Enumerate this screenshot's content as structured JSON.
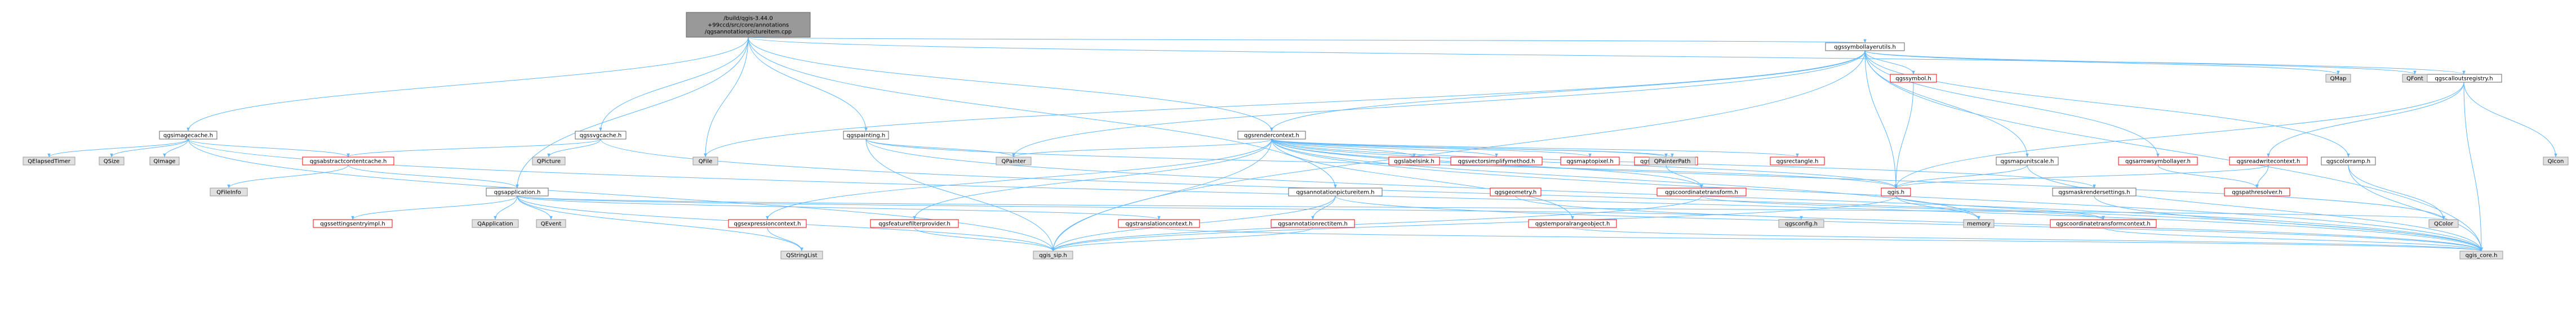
{
  "colors": {
    "root_fill": "#999999",
    "normal_fill": "#ffffff",
    "normal_stroke": "#666666",
    "leaf_fill": "#e0e0e0",
    "leaf_stroke": "#999999",
    "truncated_stroke": "#ff0000",
    "edge": "#63b8ff",
    "edge_stroke": "#4aa0e0"
  },
  "nodes": [
    {
      "id": "root",
      "lines": [
        "/build/qgis-3.44.0",
        "+99ccd/src/core/annotations",
        "/qgsannotationpictureitem.cpp"
      ],
      "kind": "root"
    },
    {
      "id": "qgssymbollayerutils_h",
      "lines": [
        "qgssymbollayerutils.h"
      ],
      "kind": "normal"
    },
    {
      "id": "qgscalloutsregistry_h",
      "lines": [
        "qgscalloutsregistry.h"
      ],
      "kind": "normal"
    },
    {
      "id": "qgsimagecache_h",
      "lines": [
        "qgsimagecache.h"
      ],
      "kind": "normal"
    },
    {
      "id": "qgssvgcache_h",
      "lines": [
        "qgssvgcache.h"
      ],
      "kind": "normal"
    },
    {
      "id": "qgspainting_h",
      "lines": [
        "qgspainting.h"
      ],
      "kind": "normal"
    },
    {
      "id": "qgsrendercontext_h",
      "lines": [
        "qgsrendercontext.h"
      ],
      "kind": "normal"
    },
    {
      "id": "qgssymbol_h",
      "lines": [
        "qgssymbol.h"
      ],
      "kind": "truncated"
    },
    {
      "id": "qgsreadwritecontext_h",
      "lines": [
        "qgsreadwritecontext.h"
      ],
      "kind": "truncated"
    },
    {
      "id": "qgsarrowsymbollayer_h",
      "lines": [
        "qgsarrowsymbollayer.h"
      ],
      "kind": "truncated"
    },
    {
      "id": "qgscolorramp_h",
      "lines": [
        "qgscolorramp.h"
      ],
      "kind": "normal"
    },
    {
      "id": "qgsabstractcontentcache_h",
      "lines": [
        "qgsabstractcontentcache.h"
      ],
      "kind": "truncated"
    },
    {
      "id": "qgsapplication_h",
      "lines": [
        "qgsapplication.h"
      ],
      "kind": "normal"
    },
    {
      "id": "qgsannotationpictureitem_h",
      "lines": [
        "qgsannotationpictureitem.h"
      ],
      "kind": "normal"
    },
    {
      "id": "qgsmapunitscale_h",
      "lines": [
        "qgsmapunitscale.h"
      ],
      "kind": "normal"
    },
    {
      "id": "qgslabelsink_h",
      "lines": [
        "qgslabelsink.h"
      ],
      "kind": "truncated"
    },
    {
      "id": "qgsvectorsimplifymethod_h",
      "lines": [
        "qgsvectorsimplifymethod.h"
      ],
      "kind": "truncated"
    },
    {
      "id": "qgsmaptopixel_h",
      "lines": [
        "qgsmaptopixel.h"
      ],
      "kind": "truncated"
    },
    {
      "id": "qgsdistancearea_h",
      "lines": [
        "qgsdistancearea.h"
      ],
      "kind": "truncated"
    },
    {
      "id": "qgsrectangle_h",
      "lines": [
        "qgsrectangle.h"
      ],
      "kind": "truncated"
    },
    {
      "id": "qgis_h",
      "lines": [
        "qgis.h"
      ],
      "kind": "truncated"
    },
    {
      "id": "qgsmaskrendersettings_h",
      "lines": [
        "qgsmaskrendersettings.h"
      ],
      "kind": "normal"
    },
    {
      "id": "qgspathresolver_h",
      "lines": [
        "qgspathresolver.h"
      ],
      "kind": "truncated"
    },
    {
      "id": "qgscoordinatetransform_h",
      "lines": [
        "qgscoordinatetransform.h"
      ],
      "kind": "truncated"
    },
    {
      "id": "qgsgeometry_h",
      "lines": [
        "qgsgeometry.h"
      ],
      "kind": "truncated"
    },
    {
      "id": "qgssettingsentryimpl_h",
      "lines": [
        "qgssettingsentryimpl.h"
      ],
      "kind": "truncated"
    },
    {
      "id": "qgsexpressioncontext_h",
      "lines": [
        "qgsexpressioncontext.h"
      ],
      "kind": "truncated"
    },
    {
      "id": "qgsfeaturefilterprovider_h",
      "lines": [
        "qgsfeaturefilterprovider.h"
      ],
      "kind": "truncated"
    },
    {
      "id": "qgstranslationcontext_h",
      "lines": [
        "qgstranslationcontext.h"
      ],
      "kind": "truncated"
    },
    {
      "id": "qgsannotationrectitem_h",
      "lines": [
        "qgsannotationrectitem.h"
      ],
      "kind": "truncated"
    },
    {
      "id": "qgstemporalrangeobject_h",
      "lines": [
        "qgstemporalrangeobject.h"
      ],
      "kind": "truncated"
    },
    {
      "id": "qgscoordinatetransformcontext_h",
      "lines": [
        "qgscoordinatetransformcontext.h"
      ],
      "kind": "truncated"
    },
    {
      "id": "QMap",
      "lines": [
        "QMap"
      ],
      "kind": "leaf"
    },
    {
      "id": "QFont",
      "lines": [
        "QFont"
      ],
      "kind": "leaf"
    },
    {
      "id": "QIcon",
      "lines": [
        "QIcon"
      ],
      "kind": "leaf"
    },
    {
      "id": "QElapsedTimer",
      "lines": [
        "QElapsedTimer"
      ],
      "kind": "leaf"
    },
    {
      "id": "QSize",
      "lines": [
        "QSize"
      ],
      "kind": "leaf"
    },
    {
      "id": "QImage",
      "lines": [
        "QImage"
      ],
      "kind": "leaf"
    },
    {
      "id": "QPicture",
      "lines": [
        "QPicture"
      ],
      "kind": "leaf"
    },
    {
      "id": "QPainter",
      "lines": [
        "QPainter"
      ],
      "kind": "leaf"
    },
    {
      "id": "QPainterPath",
      "lines": [
        "QPainterPath"
      ],
      "kind": "leaf"
    },
    {
      "id": "QFile",
      "lines": [
        "QFile"
      ],
      "kind": "leaf"
    },
    {
      "id": "QFileInfo",
      "lines": [
        "QFileInfo"
      ],
      "kind": "leaf"
    },
    {
      "id": "QApplication",
      "lines": [
        "QApplication"
      ],
      "kind": "leaf"
    },
    {
      "id": "QEvent",
      "lines": [
        "QEvent"
      ],
      "kind": "leaf"
    },
    {
      "id": "memory",
      "lines": [
        "memory"
      ],
      "kind": "leaf"
    },
    {
      "id": "qgsconfig_h",
      "lines": [
        "qgsconfig.h"
      ],
      "kind": "leaf"
    },
    {
      "id": "QColor",
      "lines": [
        "QColor"
      ],
      "kind": "leaf"
    },
    {
      "id": "qgis_sip_h",
      "lines": [
        "qgis_sip.h"
      ],
      "kind": "leaf"
    },
    {
      "id": "QStringList",
      "lines": [
        "QStringList"
      ],
      "kind": "leaf"
    },
    {
      "id": "qgis_core_h",
      "lines": [
        "qgis_core.h"
      ],
      "kind": "leaf"
    }
  ],
  "edges": [
    [
      "root",
      "qgssymbollayerutils_h"
    ],
    [
      "root",
      "qgscalloutsregistry_h"
    ],
    [
      "root",
      "qgsimagecache_h"
    ],
    [
      "root",
      "qgssvgcache_h"
    ],
    [
      "root",
      "qgspainting_h"
    ],
    [
      "root",
      "qgsrendercontext_h"
    ],
    [
      "root",
      "qgsapplication_h"
    ],
    [
      "root",
      "qgsannotationpictureitem_h"
    ],
    [
      "root",
      "QFile"
    ],
    [
      "qgssymbollayerutils_h",
      "QMap"
    ],
    [
      "qgssymbollayerutils_h",
      "QFont"
    ],
    [
      "qgssymbollayerutils_h",
      "qgssymbol_h"
    ],
    [
      "qgssymbollayerutils_h",
      "qgsrendercontext_h"
    ],
    [
      "qgssymbollayerutils_h",
      "qgsmapunitscale_h"
    ],
    [
      "qgssymbollayerutils_h",
      "qgsarrowsymbollayer_h"
    ],
    [
      "qgssymbollayerutils_h",
      "qgscolorramp_h"
    ],
    [
      "qgssymbollayerutils_h",
      "qgis_h"
    ],
    [
      "qgssymbollayerutils_h",
      "QPainter"
    ],
    [
      "qgssymbollayerutils_h",
      "QFile"
    ],
    [
      "qgssymbollayerutils_h",
      "qgis_core_h"
    ],
    [
      "qgssymbollayerutils_h",
      "qgis_sip_h"
    ],
    [
      "qgscalloutsregistry_h",
      "QIcon"
    ],
    [
      "qgscalloutsregistry_h",
      "qgsreadwritecontext_h"
    ],
    [
      "qgscalloutsregistry_h",
      "qgis_h"
    ],
    [
      "qgscalloutsregistry_h",
      "qgis_core_h"
    ],
    [
      "qgsimagecache_h",
      "QElapsedTimer"
    ],
    [
      "qgsimagecache_h",
      "QSize"
    ],
    [
      "qgsimagecache_h",
      "QImage"
    ],
    [
      "qgsimagecache_h",
      "qgsabstractcontentcache_h"
    ],
    [
      "qgsimagecache_h",
      "qgis_sip_h"
    ],
    [
      "qgsimagecache_h",
      "qgis_core_h"
    ],
    [
      "qgssvgcache_h",
      "QPicture"
    ],
    [
      "qgssvgcache_h",
      "qgsabstractcontentcache_h"
    ],
    [
      "qgssvgcache_h",
      "qgis_core_h"
    ],
    [
      "qgspainting_h",
      "QPainter"
    ],
    [
      "qgspainting_h",
      "qgis_h"
    ],
    [
      "qgspainting_h",
      "qgis_sip_h"
    ],
    [
      "qgspainting_h",
      "qgis_core_h"
    ],
    [
      "qgsrendercontext_h",
      "QPainter"
    ],
    [
      "qgsrendercontext_h",
      "QPainterPath"
    ],
    [
      "qgsrendercontext_h",
      "qgslabelsink_h"
    ],
    [
      "qgsrendercontext_h",
      "qgsvectorsimplifymethod_h"
    ],
    [
      "qgsrendercontext_h",
      "qgsmaptopixel_h"
    ],
    [
      "qgsrendercontext_h",
      "qgsdistancearea_h"
    ],
    [
      "qgsrendercontext_h",
      "qgsrectangle_h"
    ],
    [
      "qgsrendercontext_h",
      "qgis_h"
    ],
    [
      "qgsrendercontext_h",
      "qgsmaskrendersettings_h"
    ],
    [
      "qgsrendercontext_h",
      "qgsexpressioncontext_h"
    ],
    [
      "qgsrendercontext_h",
      "qgsfeaturefilterprovider_h"
    ],
    [
      "qgsrendercontext_h",
      "qgscoordinatetransform_h"
    ],
    [
      "qgsrendercontext_h",
      "qgstemporalrangeobject_h"
    ],
    [
      "qgsrendercontext_h",
      "QColor"
    ],
    [
      "qgsrendercontext_h",
      "memory"
    ],
    [
      "qgsrendercontext_h",
      "qgis_core_h"
    ],
    [
      "qgsrendercontext_h",
      "qgis_sip_h"
    ],
    [
      "qgssymbol_h",
      "qgis_h"
    ],
    [
      "qgsreadwritecontext_h",
      "qgis_h"
    ],
    [
      "qgsreadwritecontext_h",
      "qgspathresolver_h"
    ],
    [
      "qgsarrowsymbollayer_h",
      "qgspathresolver_h"
    ],
    [
      "qgscolorramp_h",
      "QColor"
    ],
    [
      "qgscolorramp_h",
      "qgis_core_h"
    ],
    [
      "qgsabstractcontentcache_h",
      "QFileInfo"
    ],
    [
      "qgsabstractcontentcache_h",
      "qgsapplication_h"
    ],
    [
      "qgsapplication_h",
      "qgssettingsentryimpl_h"
    ],
    [
      "qgsapplication_h",
      "QApplication"
    ],
    [
      "qgsapplication_h",
      "QEvent"
    ],
    [
      "qgsapplication_h",
      "qgstranslationcontext_h"
    ],
    [
      "qgsapplication_h",
      "qgsconfig_h"
    ],
    [
      "qgsapplication_h",
      "QColor"
    ],
    [
      "qgsapplication_h",
      "QStringList"
    ],
    [
      "qgsapplication_h",
      "qgis_sip_h"
    ],
    [
      "qgsannotationpictureitem_h",
      "qgsannotationrectitem_h"
    ],
    [
      "qgsannotationpictureitem_h",
      "qgis_core_h"
    ],
    [
      "qgsannotationpictureitem_h",
      "qgis_sip_h"
    ],
    [
      "qgsmapunitscale_h",
      "qgis_h"
    ],
    [
      "qgsmapunitscale_h",
      "qgis_core_h"
    ],
    [
      "qgsdistancearea_h",
      "qgscoordinatetransform_h"
    ],
    [
      "qgis_h",
      "memory"
    ],
    [
      "qgis_h",
      "qgis_sip_h"
    ],
    [
      "qgis_h",
      "qgscoordinatetransformcontext_h"
    ],
    [
      "qgsmaskrendersettings_h",
      "qgis_core_h"
    ],
    [
      "qgscoordinatetransform_h",
      "qgscoordinatetransformcontext_h"
    ],
    [
      "qgscoordinatetransform_h",
      "qgis_sip_h"
    ],
    [
      "qgsgeometry_h",
      "qgis_core_h"
    ],
    [
      "qgsexpressioncontext_h",
      "QStringList"
    ],
    [
      "qgsfeaturefilterprovider_h",
      "qgis_sip_h"
    ],
    [
      "qgstranslationcontext_h",
      "qgis_core_h"
    ],
    [
      "qgsannotationrectitem_h",
      "qgis_sip_h"
    ],
    [
      "qgstemporalrangeobject_h",
      "qgis_core_h"
    ],
    [
      "qgscoordinatetransformcontext_h",
      "qgis_core_h"
    ]
  ]
}
